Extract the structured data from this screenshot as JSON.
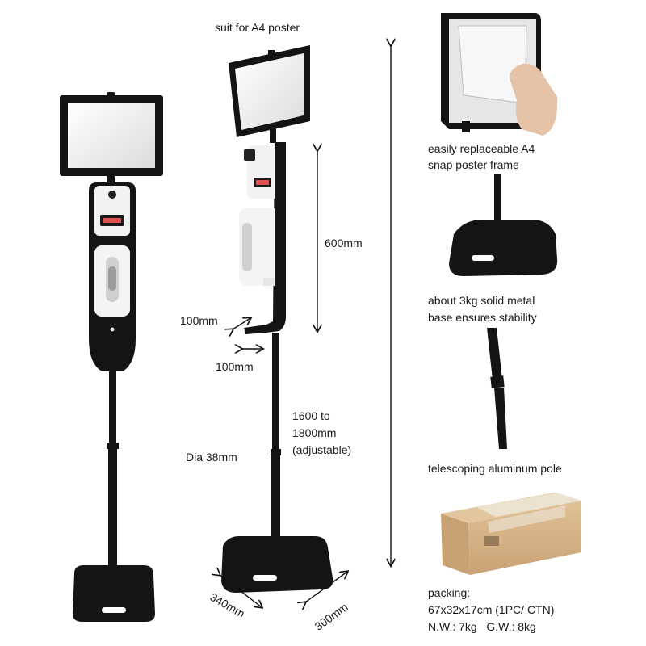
{
  "labels": {
    "poster_note": "suit for A4 poster",
    "frame_feature_1": "easily replaceable A4",
    "frame_feature_2": "snap poster frame",
    "height_dispenser": "600mm",
    "drip_tray_depth": "100mm",
    "drip_tray_width": "100mm",
    "height_range_1": "1600 to",
    "height_range_2": "1800mm",
    "height_range_3": "(adjustable)",
    "pole_diameter": "Dia 38mm",
    "base_feature_1": "about 3kg solid metal",
    "base_feature_2": "base ensures stability",
    "pole_feature": "telescoping aluminum pole",
    "base_length": "340mm",
    "base_width": "300mm",
    "packing_title": "packing:",
    "packing_size": "67x32x17cm (1PC/ CTN)",
    "packing_weight": "N.W.: 7kg   G.W.: 8kg"
  },
  "colors": {
    "stand_black": "#141414",
    "screen_white": "#f2f2f2",
    "dispenser_white": "#f4f4f4",
    "box_cardboard": "#d8b58a",
    "box_tape": "#e9e3d6"
  },
  "icons": [
    "dimension-arrow-icon"
  ]
}
